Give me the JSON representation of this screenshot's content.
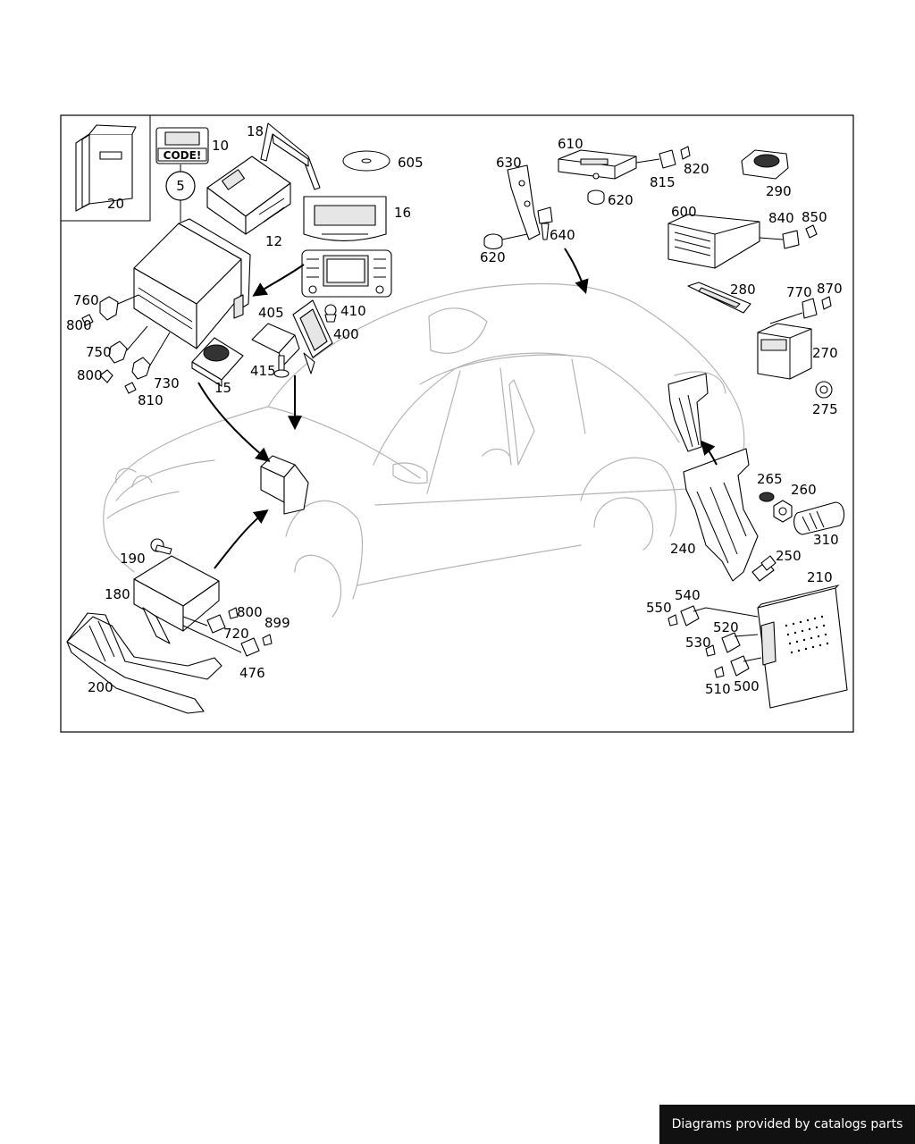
{
  "footer": {
    "text": "Diagrams provided by catalogs parts"
  },
  "inset": {
    "code_label": "CODE!",
    "circle_number": "5"
  },
  "labels": {
    "l20": "20",
    "l10": "10",
    "l18": "18",
    "l12": "12",
    "l605": "605",
    "l16": "16",
    "l760": "760",
    "l800a": "800",
    "l750": "750",
    "l800b": "800",
    "l730": "730",
    "l810": "810",
    "l15": "15",
    "l405": "405",
    "l410": "410",
    "l400": "400",
    "l415": "415",
    "l630": "630",
    "l610": "610",
    "l815": "815",
    "l820": "820",
    "l620a": "620",
    "l620b": "620",
    "l640": "640",
    "l290": "290",
    "l600": "600",
    "l840": "840",
    "l850": "850",
    "l280": "280",
    "l770": "770",
    "l870": "870",
    "l270": "270",
    "l275": "275",
    "l265": "265",
    "l260": "260",
    "l310": "310",
    "l240": "240",
    "l250": "250",
    "l210": "210",
    "l190": "190",
    "l180": "180",
    "l800c": "800",
    "l720": "720",
    "l899": "899",
    "l476": "476",
    "l200": "200",
    "l550": "550",
    "l540": "540",
    "l520": "520",
    "l530": "530",
    "l510": "510",
    "l500": "500"
  },
  "arrowhead_color": "#000000",
  "outline_color": "#b4b4b4"
}
